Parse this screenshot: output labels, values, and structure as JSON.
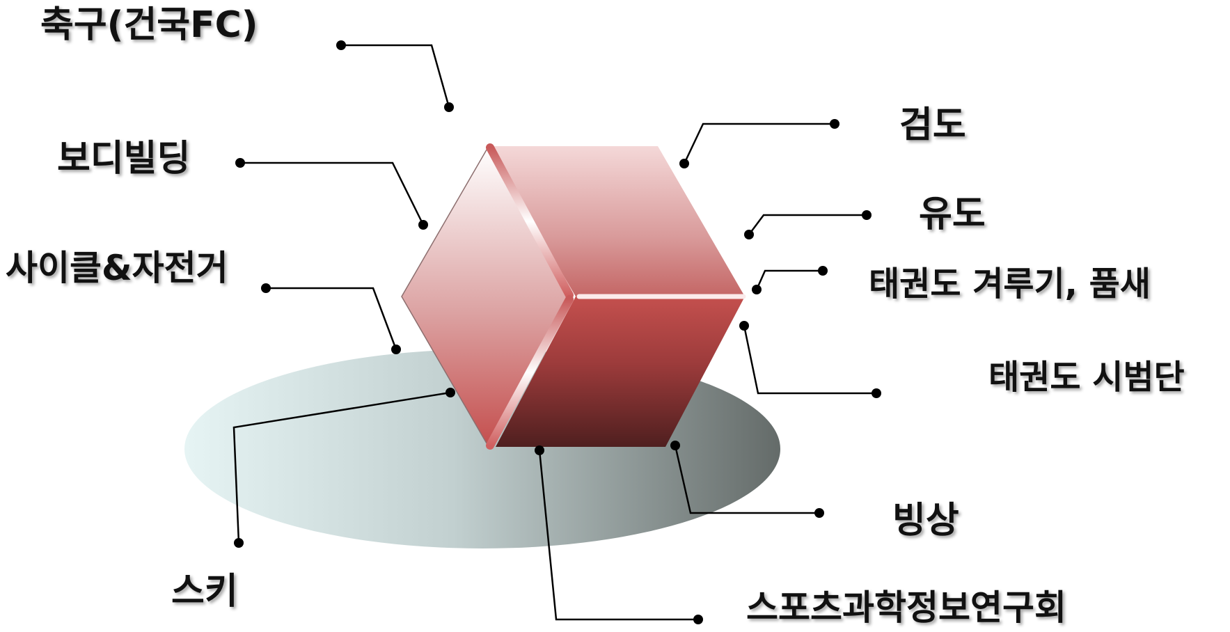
{
  "labels": {
    "soccer": "축구(건국FC)",
    "bodybuilding": "보디빌딩",
    "cycling": "사이클&자전거",
    "kendo": "검도",
    "judo": "유도",
    "taekwondo_sparring": "태권도  겨루기, 품새",
    "taekwondo_demo": "태권도  시범단",
    "ice_skating": "빙상",
    "ski": "스키",
    "sports_science": "스포츠과학정보연구회"
  },
  "colors": {
    "cube_light": "#f3d9d9",
    "cube_mid": "#c8504f",
    "cube_dark": "#5a2222",
    "ellipse_light": "#e6f4f4",
    "ellipse_dark": "#646b69",
    "connector": "#000000"
  }
}
